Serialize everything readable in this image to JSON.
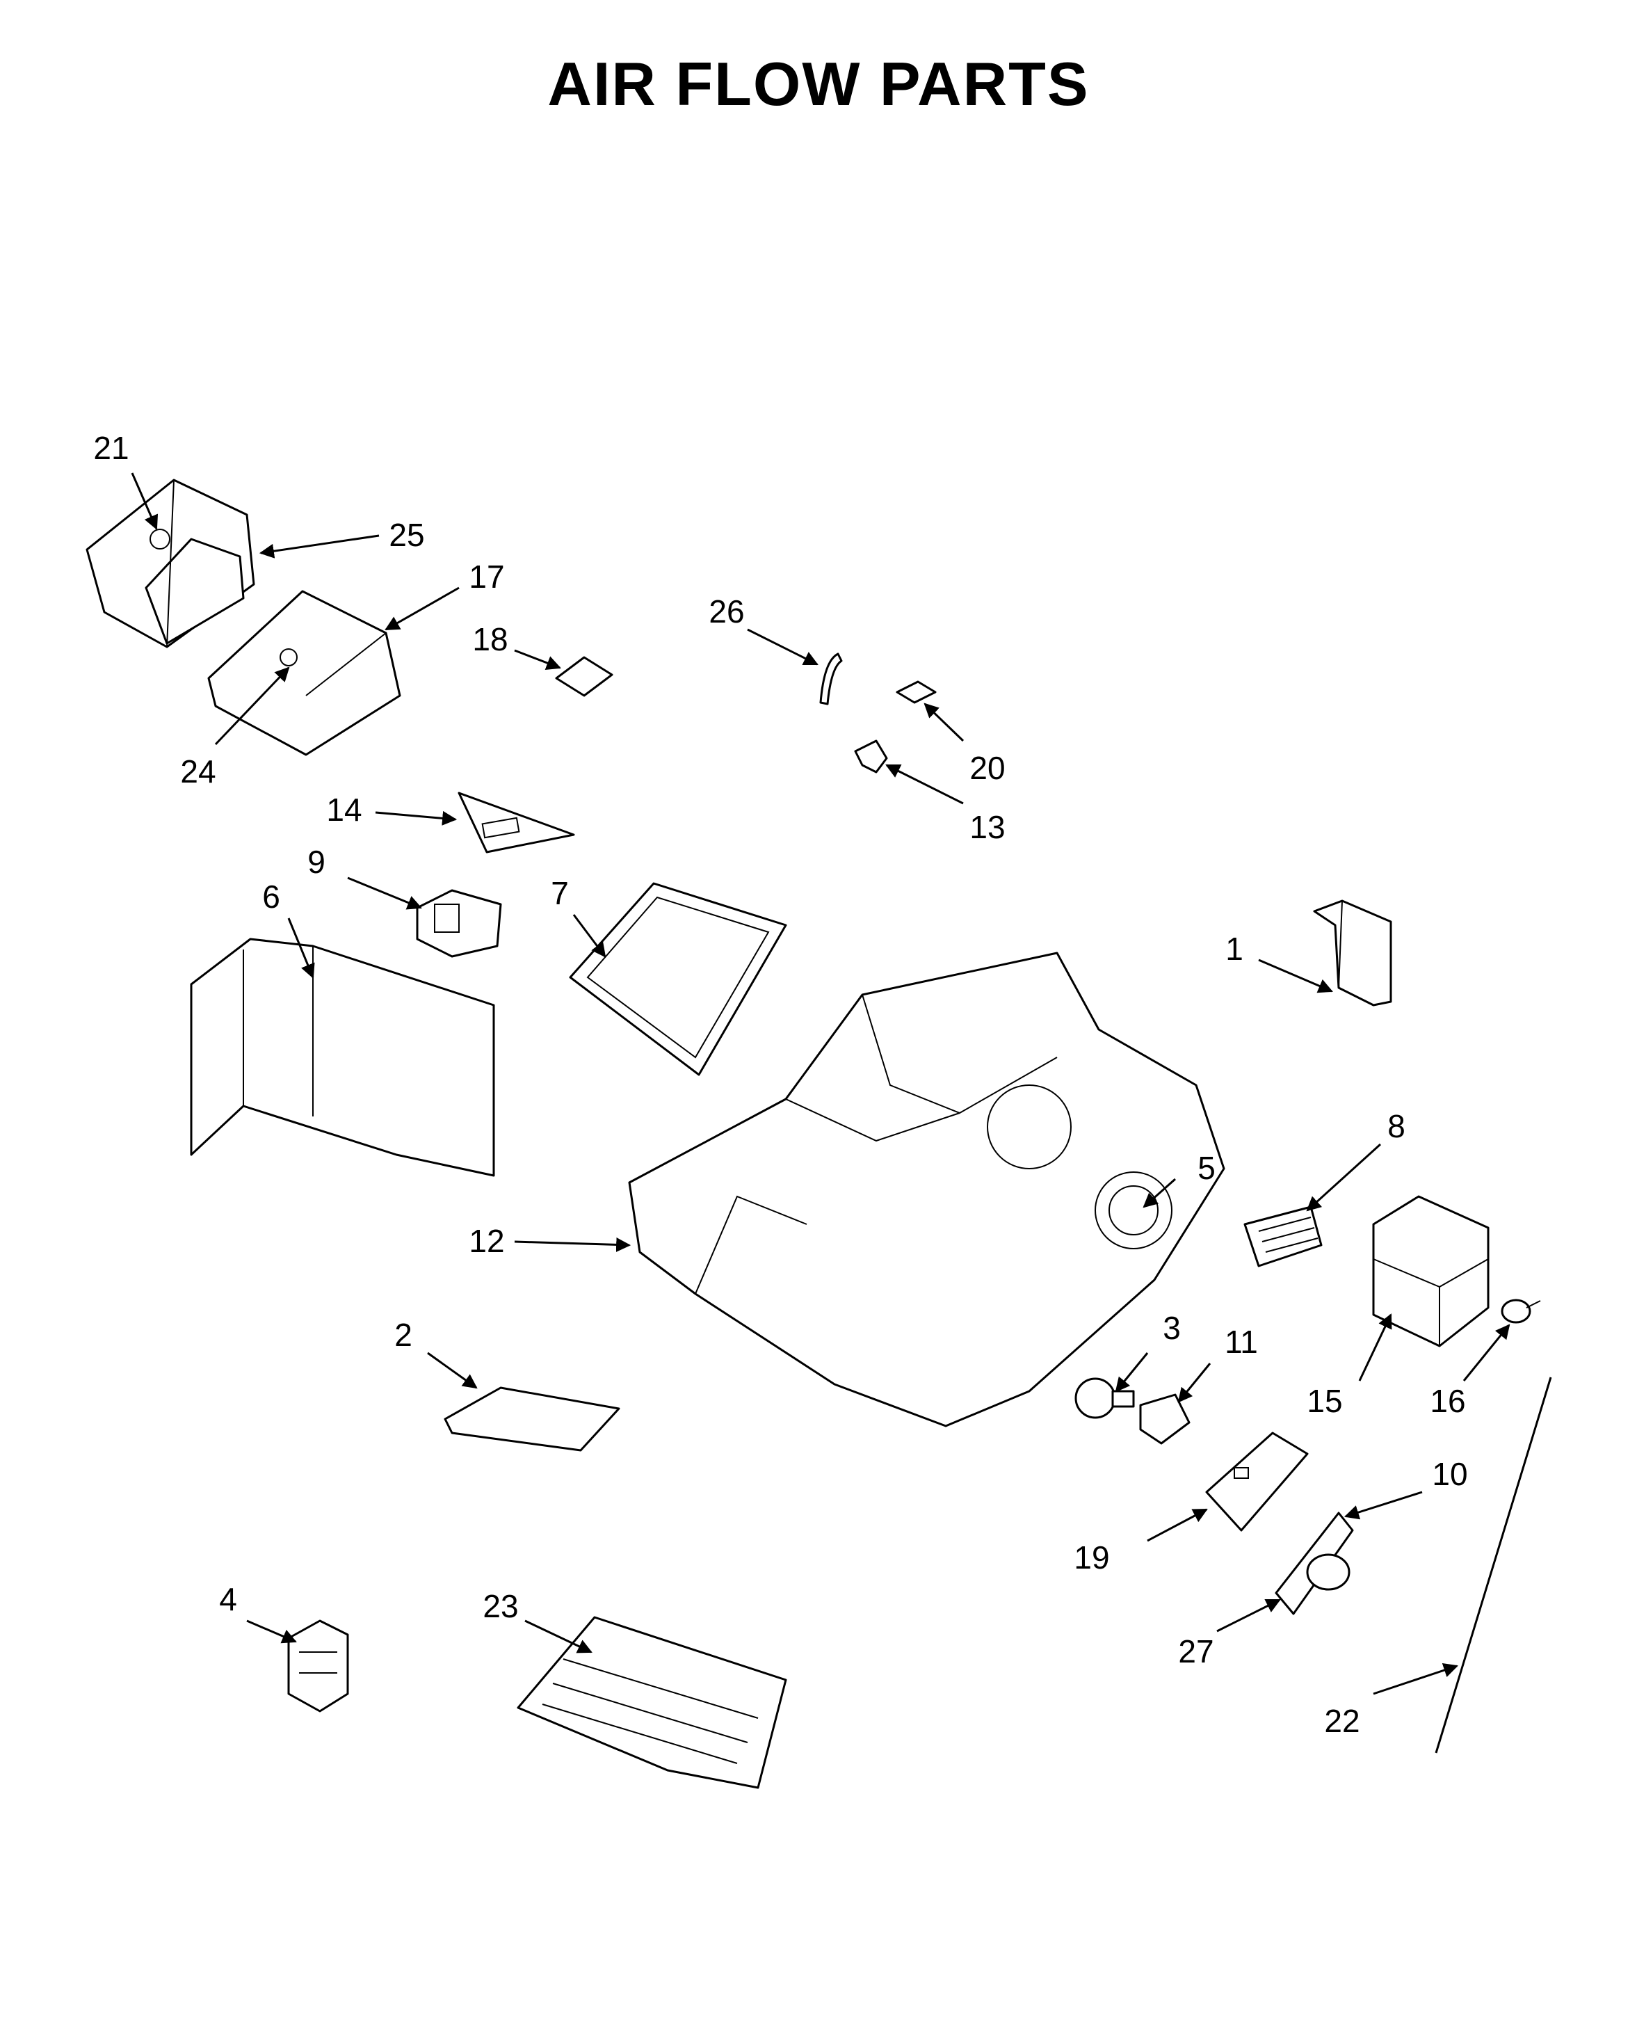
{
  "title": "AIR FLOW PARTS",
  "parts": [
    {
      "id": "p1",
      "label": "1"
    },
    {
      "id": "p2",
      "label": "2"
    },
    {
      "id": "p3",
      "label": "3"
    },
    {
      "id": "p4",
      "label": "4"
    },
    {
      "id": "p5",
      "label": "5"
    },
    {
      "id": "p6",
      "label": "6"
    },
    {
      "id": "p7",
      "label": "7"
    },
    {
      "id": "p8",
      "label": "8"
    },
    {
      "id": "p9",
      "label": "9"
    },
    {
      "id": "p10",
      "label": "10"
    },
    {
      "id": "p11",
      "label": "11"
    },
    {
      "id": "p12",
      "label": "12"
    },
    {
      "id": "p13",
      "label": "13"
    },
    {
      "id": "p14",
      "label": "14"
    },
    {
      "id": "p15",
      "label": "15"
    },
    {
      "id": "p16",
      "label": "16"
    },
    {
      "id": "p17",
      "label": "17"
    },
    {
      "id": "p18",
      "label": "18"
    },
    {
      "id": "p19",
      "label": "19"
    },
    {
      "id": "p20",
      "label": "20"
    },
    {
      "id": "p21",
      "label": "21"
    },
    {
      "id": "p22",
      "label": "22"
    },
    {
      "id": "p23",
      "label": "23"
    },
    {
      "id": "p24",
      "label": "24"
    },
    {
      "id": "p25",
      "label": "25"
    },
    {
      "id": "p26",
      "label": "26"
    },
    {
      "id": "p27",
      "label": "27"
    }
  ]
}
